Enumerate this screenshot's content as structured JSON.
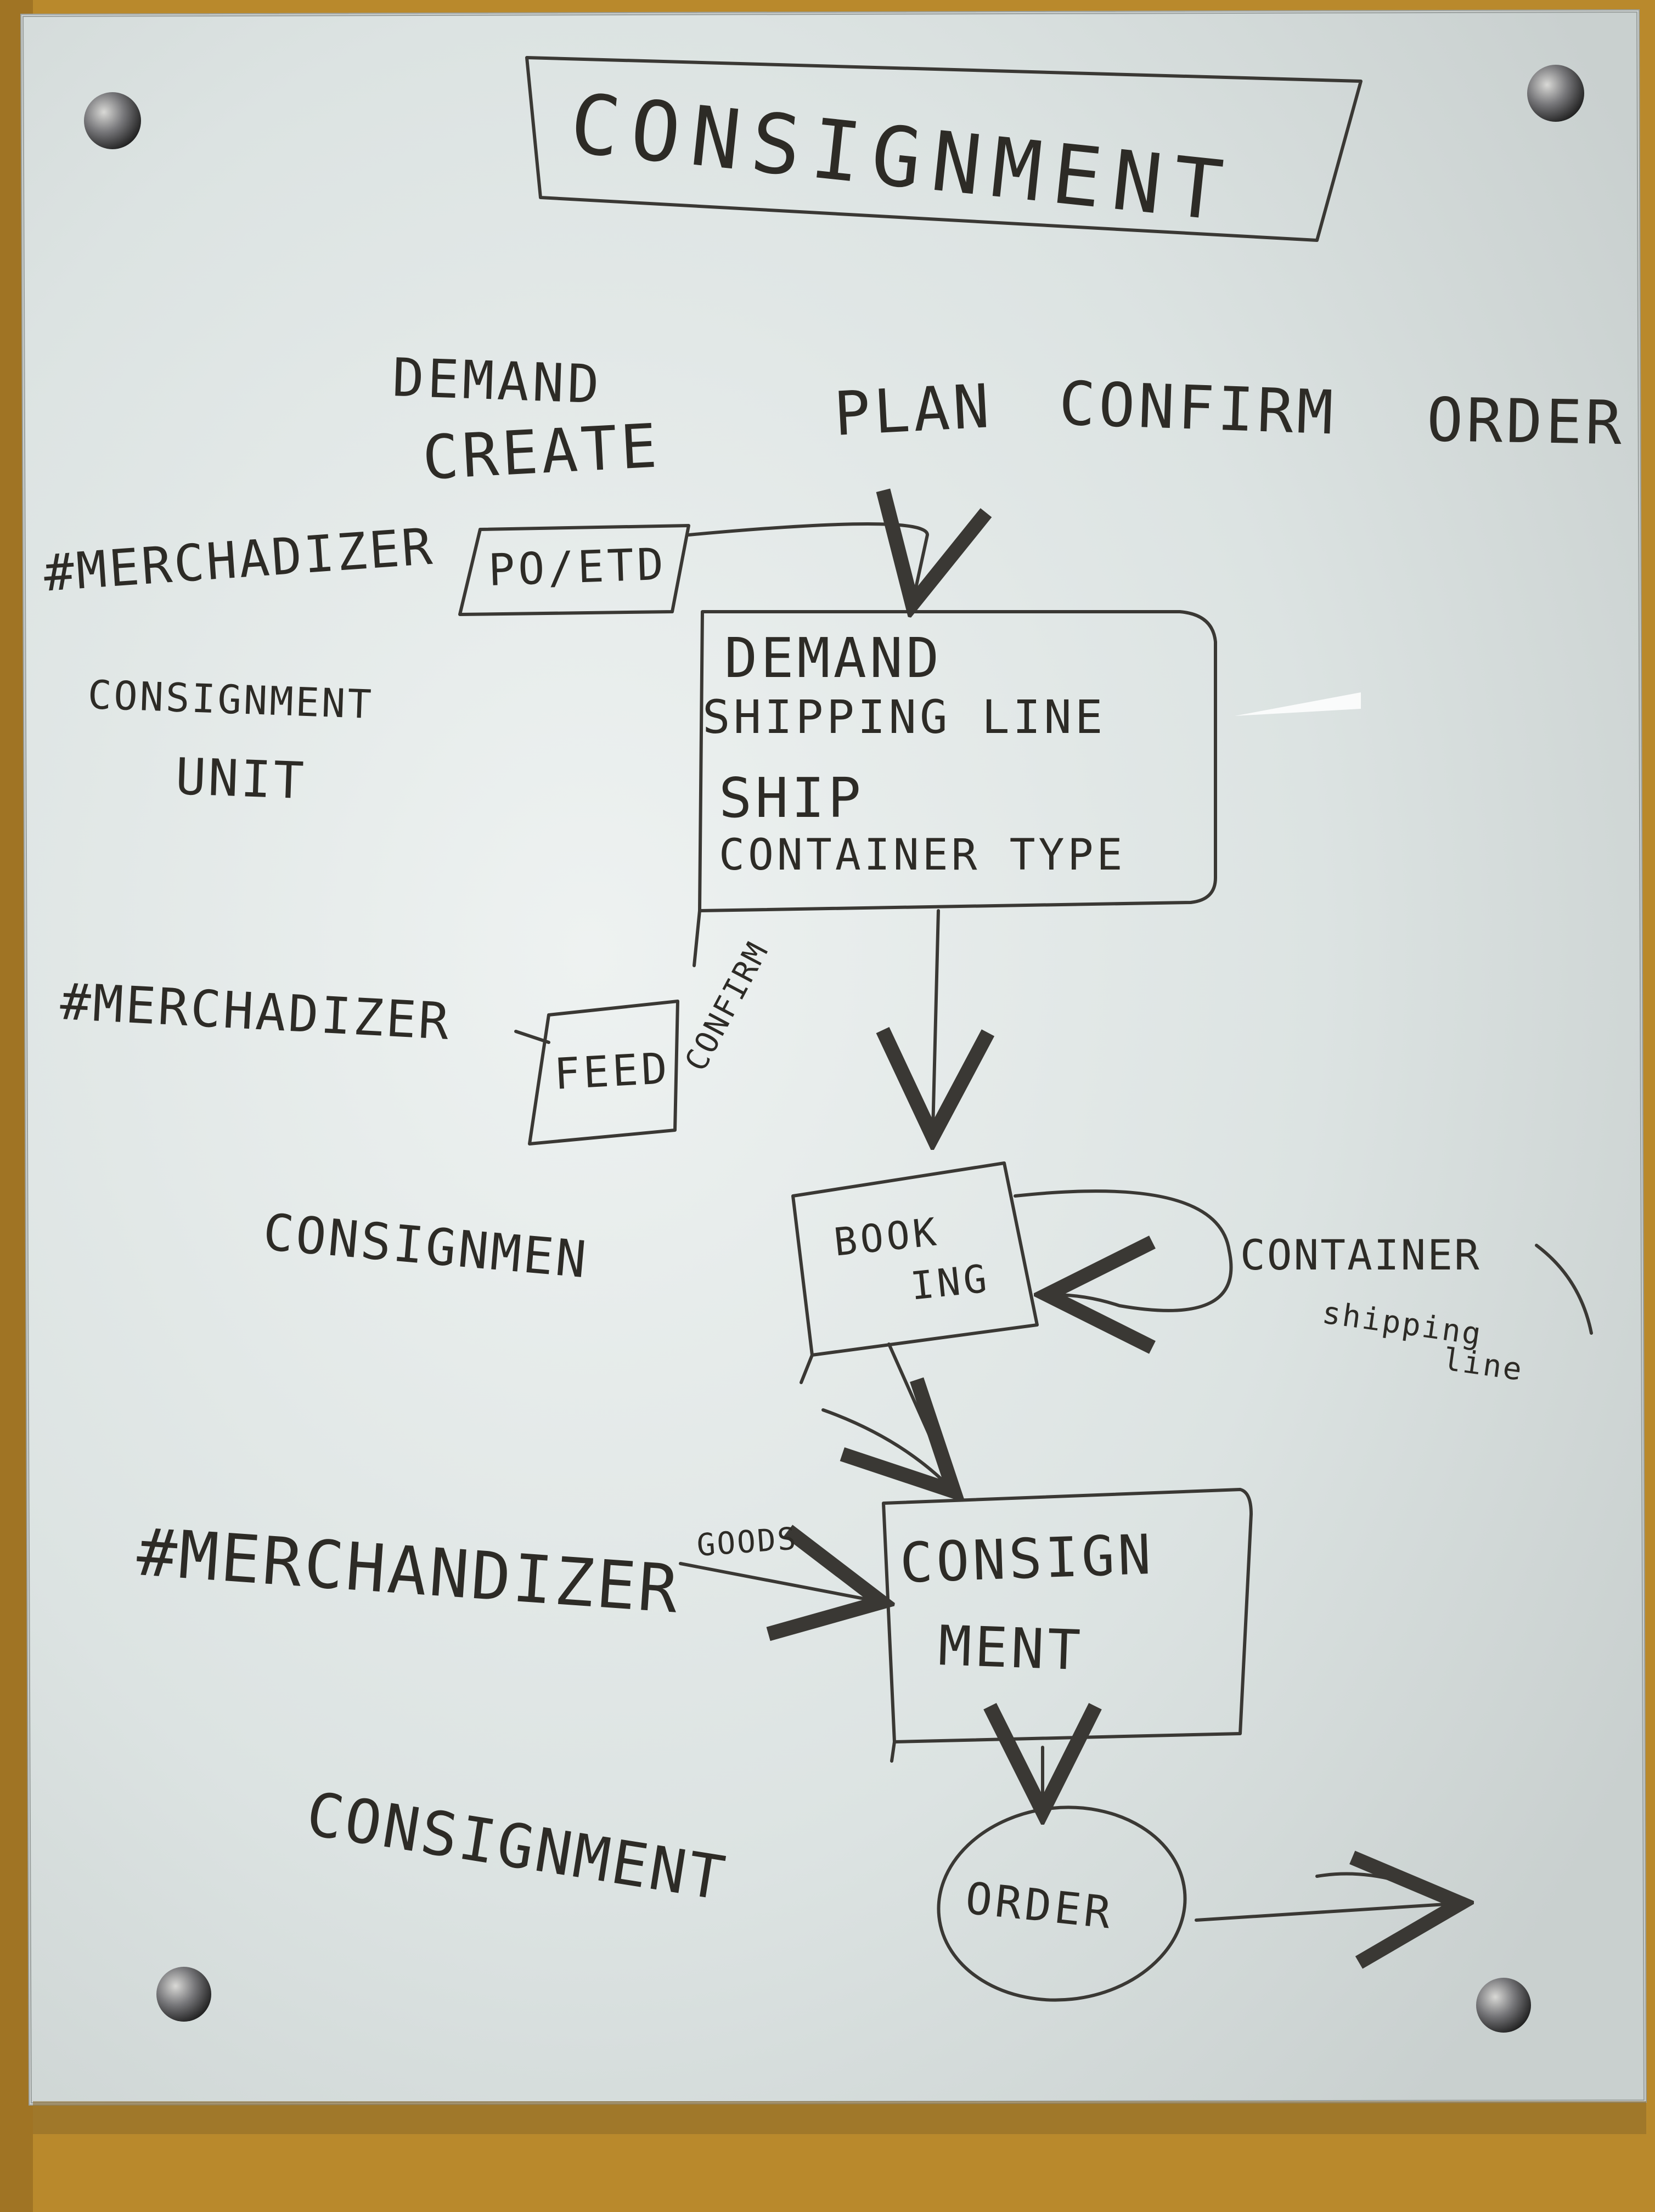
{
  "board": {
    "title": "CONSIGNMENT",
    "headers": {
      "demand_create": [
        "DEMAND",
        "CREATE"
      ],
      "plan": "PLAN",
      "confirm": "CONFIRM",
      "order": "ORDER"
    },
    "left_labels": {
      "merchandizer_1": "#MERCHADIZER",
      "consignment_unit": [
        "CONSIGNMENT",
        "UNIT"
      ],
      "merchandizer_2": "#MERCHADIZER",
      "consignment_short": "CONSIGNMEN",
      "merchandizer_3": "#MERCHANDIZER",
      "consignment_bottom": "CONSIGNMENT"
    },
    "boxes": {
      "po_etd": "PO/ETD",
      "demand_box": [
        "DEMAND",
        "SHIPPING LINE",
        "SHIP",
        "CONTAINER TYPE"
      ],
      "feed": "FEED",
      "booking": [
        "BOOK",
        "ING"
      ],
      "consignment_box": [
        "CONSIGN",
        "MENT"
      ],
      "order_oval": "ORDER"
    },
    "annotations": {
      "confirm_diag": "CONFIRM",
      "goods": "GOODS",
      "container": "CONTAINER",
      "shipping_line": [
        "shipping",
        "line"
      ]
    },
    "colors": {
      "frame": "#b9892c",
      "board": "#dfe5e3",
      "marker": "#2d2b26"
    },
    "icons": [
      "standoff-bolt-icon",
      "arrow-icon"
    ]
  }
}
